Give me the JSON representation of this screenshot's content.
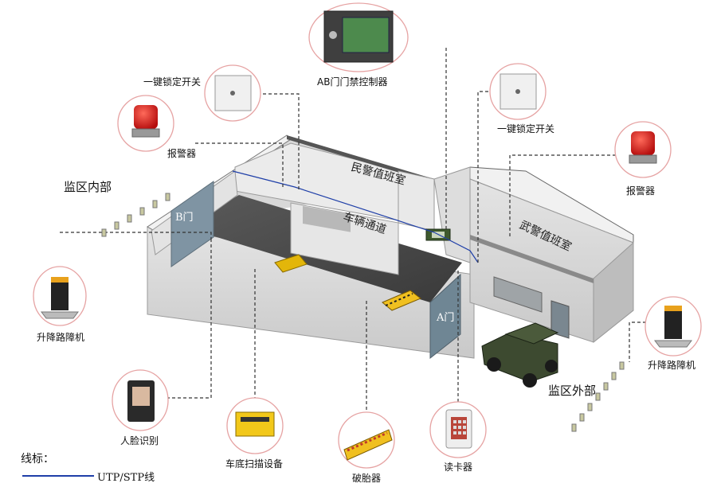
{
  "zones": {
    "inside": "监区内部",
    "outside": "监区外部"
  },
  "rooms": {
    "civil_police": "民警值班室",
    "armed_police": "武警值班室",
    "vehicle_channel": "车辆通道"
  },
  "doors": {
    "a": "A门",
    "b": "B门"
  },
  "devices": {
    "ab_controller": "AB门门禁控制器",
    "lock_switch_left": "一键锁定开关",
    "lock_switch_right": "一键锁定开关",
    "alarm_left": "报警器",
    "alarm_right": "报警器",
    "bollard_left": "升降路障机",
    "bollard_right": "升降路障机",
    "face_recognition": "人脸识别",
    "undercarriage_scan": "车底扫描设备",
    "tire_breaker": "破胎器",
    "card_reader": "读卡器"
  },
  "legend": {
    "title": "线标：",
    "line_label": "UTP/STP线",
    "line_color": "#1f3fa8"
  }
}
